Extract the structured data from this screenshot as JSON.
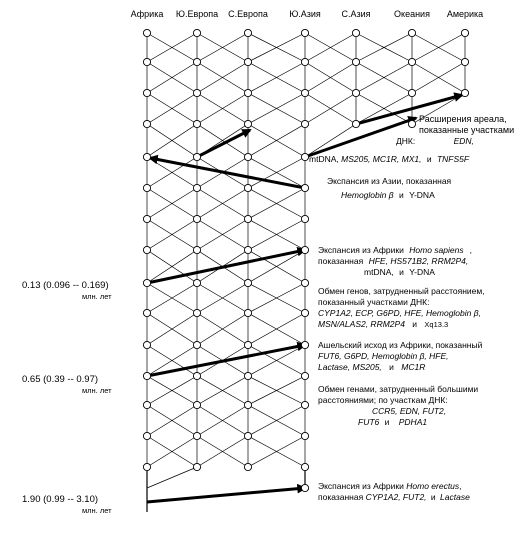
{
  "regions": [
    "Африка",
    "Ю.Европа",
    "С.Европа",
    "Ю.Азия",
    "С.Азия",
    "Океания",
    "Америка"
  ],
  "timepoints": [
    {
      "value": "0.13 (0.096 -- 0.169)",
      "unit": "млн. лет"
    },
    {
      "value": "0.65 (0.39 -- 0.97)",
      "unit": "млн. лет"
    },
    {
      "value": "1.90 (0.99 -- 3.10)",
      "unit": "млн. лет"
    }
  ],
  "annotations": {
    "range_expansion": {
      "line1": "Расширения ареала,",
      "line2": "показанные участками",
      "line3a": "ДНК:",
      "line3b": "EDN,",
      "line4a": "mtDNA,",
      "line4b": "MS205,",
      "line4c": "MC1R,",
      "line4d": "MX1,",
      "line4e": "и",
      "line4f": "TNFS5F"
    },
    "asia_expansion": {
      "line1": "Экспансия из Азии, показанная",
      "line2a": "Hemoglobin β",
      "line2b": "и",
      "line2c": "Y-DNA"
    },
    "africa_expansion_sapiens": {
      "line1a": "Экспансия из Африки",
      "line1b": "Homo sapiens",
      "line1c": ",",
      "line2a": "показанная",
      "line2b": "HFE, HS571B2, RRM2P4,",
      "line3a": "mtDNA,",
      "line3b": "и",
      "line3c": "Y-DNA"
    },
    "gene_flow_distance": {
      "line1": "Обмен генов, затрудненный расстоянием,",
      "line2": "показанный участками ДНК:",
      "line3a": "CYP1A2, ECP, G6PD, HFE, Hemoglobin β,",
      "line4a": "MSN/ALAS2, RRM2P4",
      "line4b": "и",
      "line4c": "Xq13.3"
    },
    "acheulean_exodus": {
      "line1": "Ашельский исход из Африки, показанный",
      "line2": "FUT6, G6PD, Hemoglobin β, HFE,",
      "line3a": "Lactase, MS205,",
      "line3b": "и",
      "line3c": "MC1R"
    },
    "gene_flow_large": {
      "line1": "Обмен генами, затрудненный большими",
      "line2": "расстояниями; по участкам ДНК:",
      "line3": "CCR5, EDN, FUT2,",
      "line4a": "FUT6",
      "line4b": "и",
      "line4c": "PDHA1"
    },
    "africa_expansion_erectus": {
      "line1a": "Экспансия из Африки",
      "line1b": "Homo erectus",
      "line1c": ",",
      "line2a": "показанная",
      "line2b": "CYP1A2, FUT2,",
      "line2c": "и",
      "line2d": "Lactase"
    }
  }
}
